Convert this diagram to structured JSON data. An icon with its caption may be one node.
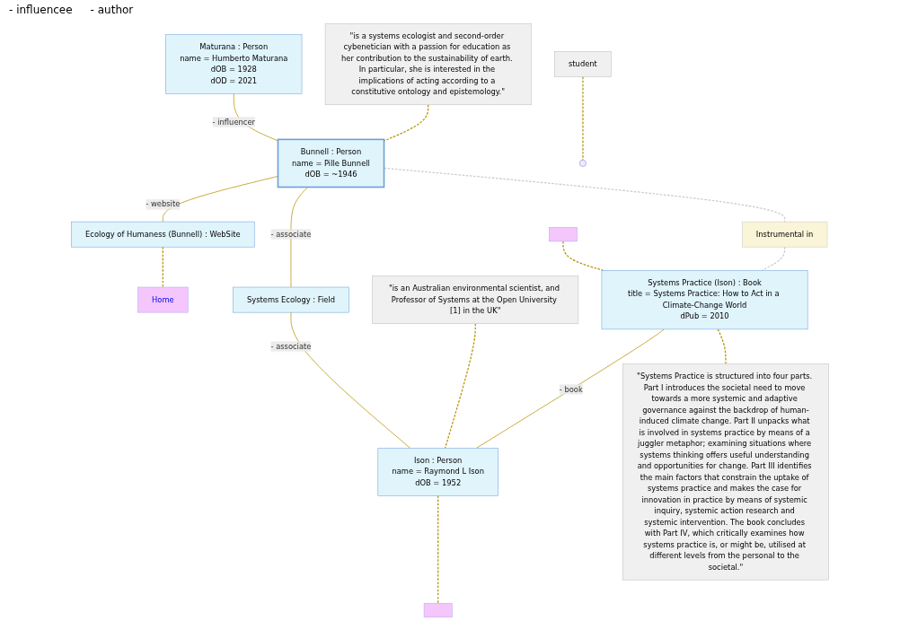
{
  "diagram": {
    "nodes": [
      {
        "text": [
          "Maturana : Person",
          "name = Humberto Maturana",
          "dOB = 1928",
          "dOD = 2021"
        ]
      },
      {
        "text": [
          "student"
        ]
      },
      {
        "text": [
          "\"is a systems ecologist and second-order cybenetician with a passion for education as her contribution to the sustainability of earth. In particular, she is interested in the implications of acting according to a constitutive ontology and epistemology.\""
        ]
      },
      {
        "text": [
          "Bunnell : Person",
          "name = Pille Bunnell",
          "dOB = ~1946"
        ]
      },
      {
        "text": [
          "Ecology of Humaness (Bunnell) : WebSite"
        ]
      },
      {
        "text": [
          "Home"
        ]
      },
      {
        "text": [
          "Systems Ecology : Field"
        ]
      },
      {
        "text": [
          "Instrumental in"
        ]
      },
      {
        "text": [],
        "shape": "box"
      },
      {
        "text": [
          "\"is an Australian environmental scientist, and Professor of Systems at the Open University [1] in the UK\""
        ]
      },
      {
        "text": [
          "Systems Practice (Ison) : Book",
          "title = Systems Practice: How to Act in a Climate-Change World",
          "dPub = 2010"
        ]
      },
      {
        "text": [
          "Ison : Person",
          "name = Raymond L Ison",
          "dOB = 1952"
        ]
      },
      {
        "text": [],
        "shape": "box"
      },
      {
        "text": [
          "\"Systems Practice is structured into four parts. Part I introduces the societal need to move towards a more systemic and adaptive governance against the backdrop of human-induced climate change. Part II unpacks what is involved in systems practice by means of a juggler metaphor; examining situations where systems thinking offers useful understanding and opportunities for change. Part III identifies the main factors that constrain the uptake of systems practice and makes the case for innovation in practice by means of systemic inquiry, systemic action research and systemic intervention. The book concludes with Part IV, which critically examines how systems practice is, or might be, utilised at different levels from the personal to the societal.\""
        ]
      }
    ],
    "edges": [
      {
        "from": 0,
        "to": 3,
        "arrow": "none",
        "label": "- influencer"
      },
      {
        "from": 1,
        "to": null,
        "arrow": "none",
        "style": "dashed"
      },
      {
        "from": 2,
        "to": 3,
        "arrow": "none",
        "style": "dashed"
      },
      {
        "from": 3,
        "to": 4,
        "arrow": "none",
        "label": "- website"
      },
      {
        "from": 4,
        "to": 5,
        "arrow": "none",
        "style": "dashed"
      },
      {
        "from": 3,
        "to": 6,
        "arrow": "none",
        "label": "- associate"
      },
      {
        "from": 3,
        "to": 7,
        "arrow": "none",
        "style": "dashed",
        "color": "#cccccc"
      },
      {
        "from": 7,
        "to": 10,
        "arrow": "none",
        "style": "dashed",
        "color": "#cccccc"
      },
      {
        "from": 8,
        "to": 10,
        "arrow": "none",
        "style": "dashed"
      },
      {
        "from": 6,
        "to": 11,
        "arrow": "none",
        "label": "- associate"
      },
      {
        "from": 10,
        "to": 11,
        "arrow": "none",
        "label": "- book"
      },
      {
        "from": 9,
        "to": 11,
        "arrow": "none",
        "style": "dashed"
      },
      {
        "from": 11,
        "to": 12,
        "arrow": "none",
        "style": "dashed"
      },
      {
        "from": 10,
        "to": 13,
        "arrow": "none",
        "style": "dashed"
      }
    ],
    "labels": [
      "- influencee",
      "- author"
    ]
  }
}
